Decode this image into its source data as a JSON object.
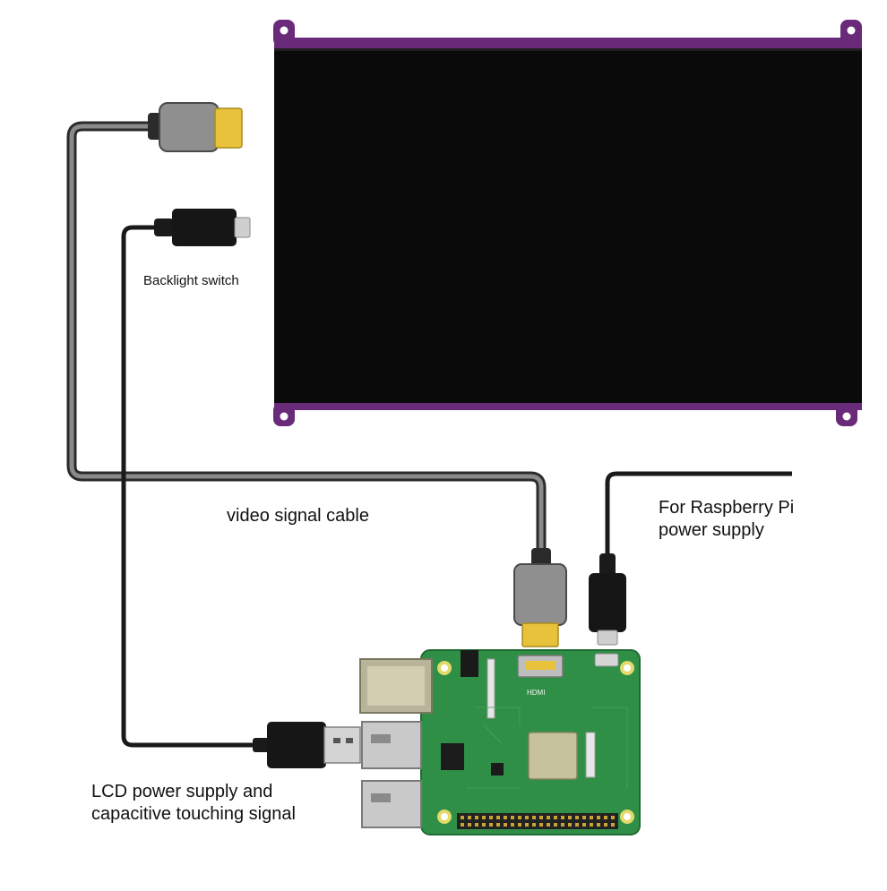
{
  "labels": {
    "backlight": "Backlight switch",
    "video": "video signal cable",
    "rpi_power": [
      "For Raspberry Pi",
      "power supply"
    ],
    "lcd_power": [
      "LCD power supply and",
      "capacitive touching signal"
    ]
  },
  "board_print": {
    "hdmi": "HDMI",
    "soc": ""
  },
  "colors": {
    "pcb_frame": "#6a2a7a",
    "screen": "#0a0a0a",
    "cable": "#2b2b2b",
    "hdmi_plug": "#8f8f8f",
    "gold": "#e8c23a",
    "pcb_green": "#2f8f46",
    "usb_metal": "#c9c9c9",
    "ethernet": "#b8b49a"
  },
  "icons": {
    "hdmi_plug": "hdmi-connector-icon",
    "micro_usb_plug": "micro-usb-connector-icon",
    "usb_a_plug": "usb-a-connector-icon",
    "board": "raspberry-pi-board"
  }
}
